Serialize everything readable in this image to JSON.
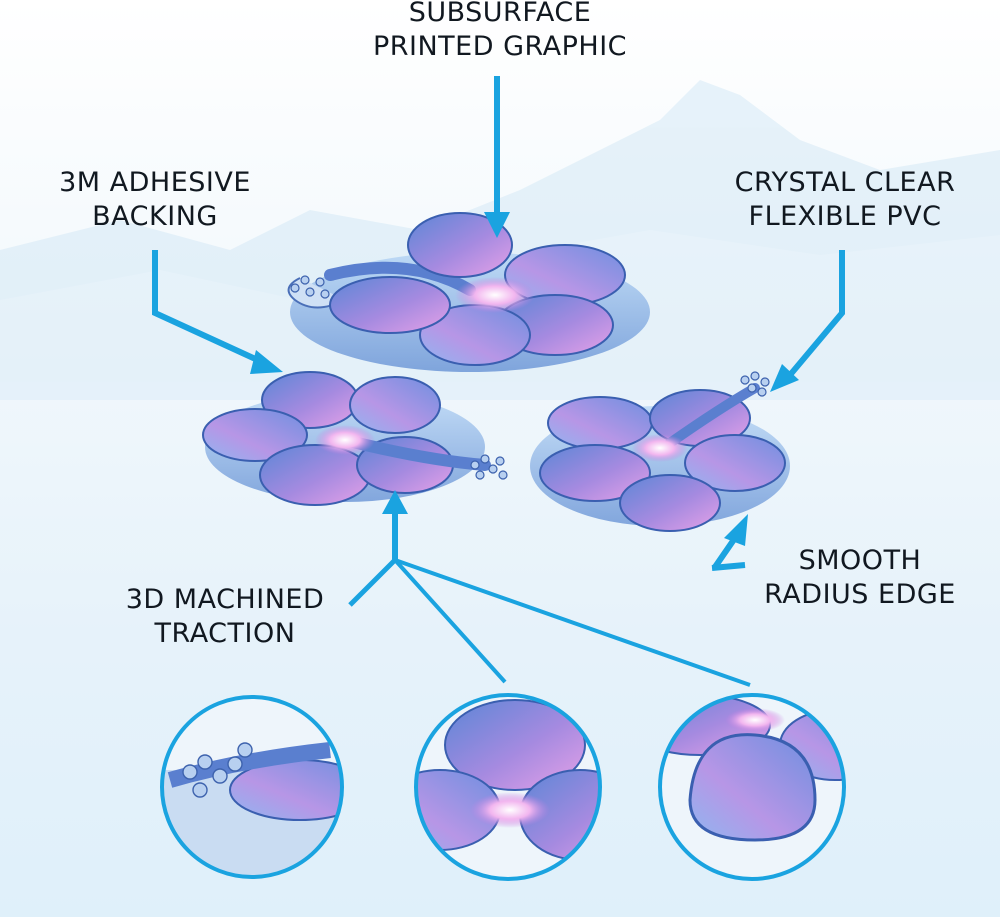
{
  "labels": {
    "subsurface": {
      "line1": "SUBSURFACE",
      "line2": "PRINTED GRAPHIC"
    },
    "adhesive": {
      "line1": "3M ADHESIVE",
      "line2": "BACKING"
    },
    "pvc": {
      "line1": "CRYSTAL CLEAR",
      "line2": "FLEXIBLE PVC"
    },
    "traction": {
      "line1": "3D MACHINED",
      "line2": "TRACTION"
    },
    "edge": {
      "line1": "SMOOTH",
      "line2": "RADIUS EDGE"
    }
  },
  "colors": {
    "accent": "#1aa3e0",
    "petal_blue": "#5b86d6",
    "petal_purple": "#a58ae0",
    "petal_pink": "#e6a2e8",
    "text": "#111820"
  },
  "icons": [
    "arrow-icon",
    "hibiscus-pad-icon",
    "magnifier-circle-icon"
  ]
}
